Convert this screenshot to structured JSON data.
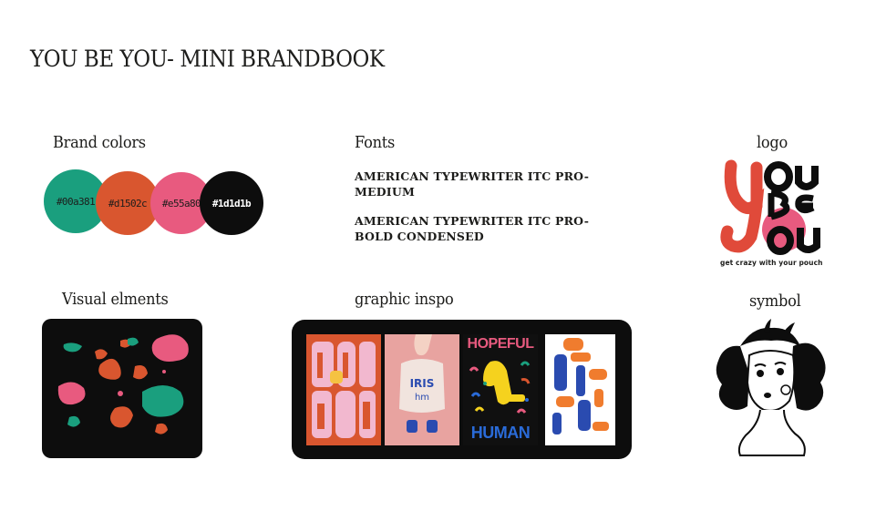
{
  "title": "YOU BE YOU- MINI BRANDBOOK",
  "brand_colors": {
    "heading": "Brand colors",
    "swatches": [
      {
        "label": "#00a381",
        "color": "#1a9f7e",
        "text_color": "#1d1d1b"
      },
      {
        "label": "#d1502c",
        "color": "#d9562f",
        "text_color": "#1d1d1b"
      },
      {
        "label": "#e55a80",
        "color": "#e85a7f",
        "text_color": "#1d1d1b"
      },
      {
        "label": "#1d1d1b",
        "color": "#0d0d0d",
        "text_color": "#ffffff"
      }
    ]
  },
  "fonts": {
    "heading": "Fonts",
    "items": [
      "AMERICAN TYPEWRITER ITC PRO-MEDIUM",
      "AMERICAN TYPEWRITER ITC PRO-BOLD CONDENSED"
    ]
  },
  "logo": {
    "heading": "logo",
    "tagline": "get crazy with your pouch"
  },
  "visual_elements": {
    "heading": "Visual elments"
  },
  "graphic_inspo": {
    "heading": "graphic inspo",
    "posters": [
      {
        "name": "poster-pink-type"
      },
      {
        "name": "poster-hand-bag"
      },
      {
        "name": "poster-hopeful-human",
        "top_text": "HOPEFUL",
        "bottom_text": "HUMAN"
      },
      {
        "name": "poster-blue-orange-type"
      }
    ]
  },
  "symbol": {
    "heading": "symbol"
  }
}
